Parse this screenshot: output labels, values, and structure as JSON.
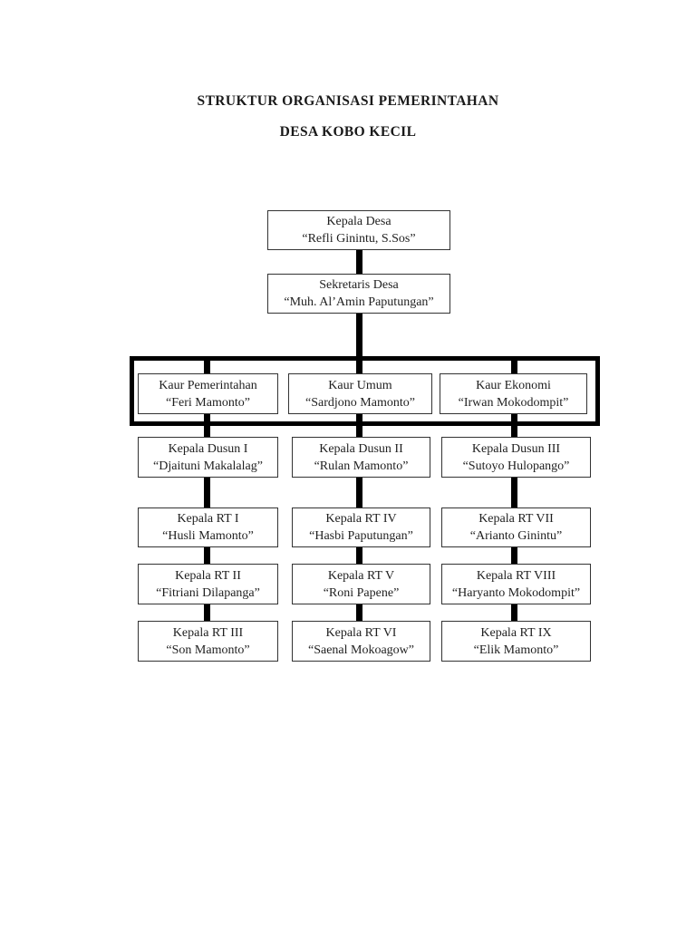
{
  "page": {
    "heading_line1": "STRUKTUR ORGANISASI PEMERINTAHAN",
    "heading_line2": "DESA KOBO KECIL"
  },
  "org_chart": {
    "kepala_desa": {
      "title": "Kepala Desa",
      "name": "“Refli Ginintu, S.Sos”"
    },
    "sekretaris_desa": {
      "title": "Sekretaris Desa",
      "name": "“Muh. Al’Amin Paputungan”"
    },
    "kaur": [
      {
        "title": "Kaur Pemerintahan",
        "name": "“Feri Mamonto”"
      },
      {
        "title": "Kaur Umum",
        "name": "“Sardjono Mamonto”"
      },
      {
        "title": "Kaur Ekonomi",
        "name": "“Irwan Mokodompit”"
      }
    ],
    "kepala_dusun": [
      {
        "title": "Kepala Dusun I",
        "name": "“Djaituni Makalalag”"
      },
      {
        "title": "Kepala Dusun II",
        "name": "“Rulan Mamonto”"
      },
      {
        "title": "Kepala Dusun III",
        "name": "“Sutoyo Hulopango”"
      }
    ],
    "kepala_rt": [
      [
        {
          "title": "Kepala RT I",
          "name": "“Husli Mamonto”"
        },
        {
          "title": "Kepala RT IV",
          "name": "“Hasbi Paputungan”"
        },
        {
          "title": "Kepala RT VII",
          "name": "“Arianto Ginintu”"
        }
      ],
      [
        {
          "title": "Kepala RT II",
          "name": "“Fitriani Dilapanga”"
        },
        {
          "title": "Kepala RT V",
          "name": "“Roni Papene”"
        },
        {
          "title": "Kepala RT VIII",
          "name": "“Haryanto Mokodompit”"
        }
      ],
      [
        {
          "title": "Kepala RT III",
          "name": "“Son Mamonto”"
        },
        {
          "title": "Kepala RT VI",
          "name": "“Saenal Mokoagow”"
        },
        {
          "title": "Kepala RT IX",
          "name": "“Elik Mamonto”"
        }
      ]
    ]
  },
  "colors": {
    "background": "#ffffff",
    "box_border": "#333333",
    "connector": "#000000",
    "group_frame_border": "#000000",
    "text": "#1f1f1f"
  }
}
